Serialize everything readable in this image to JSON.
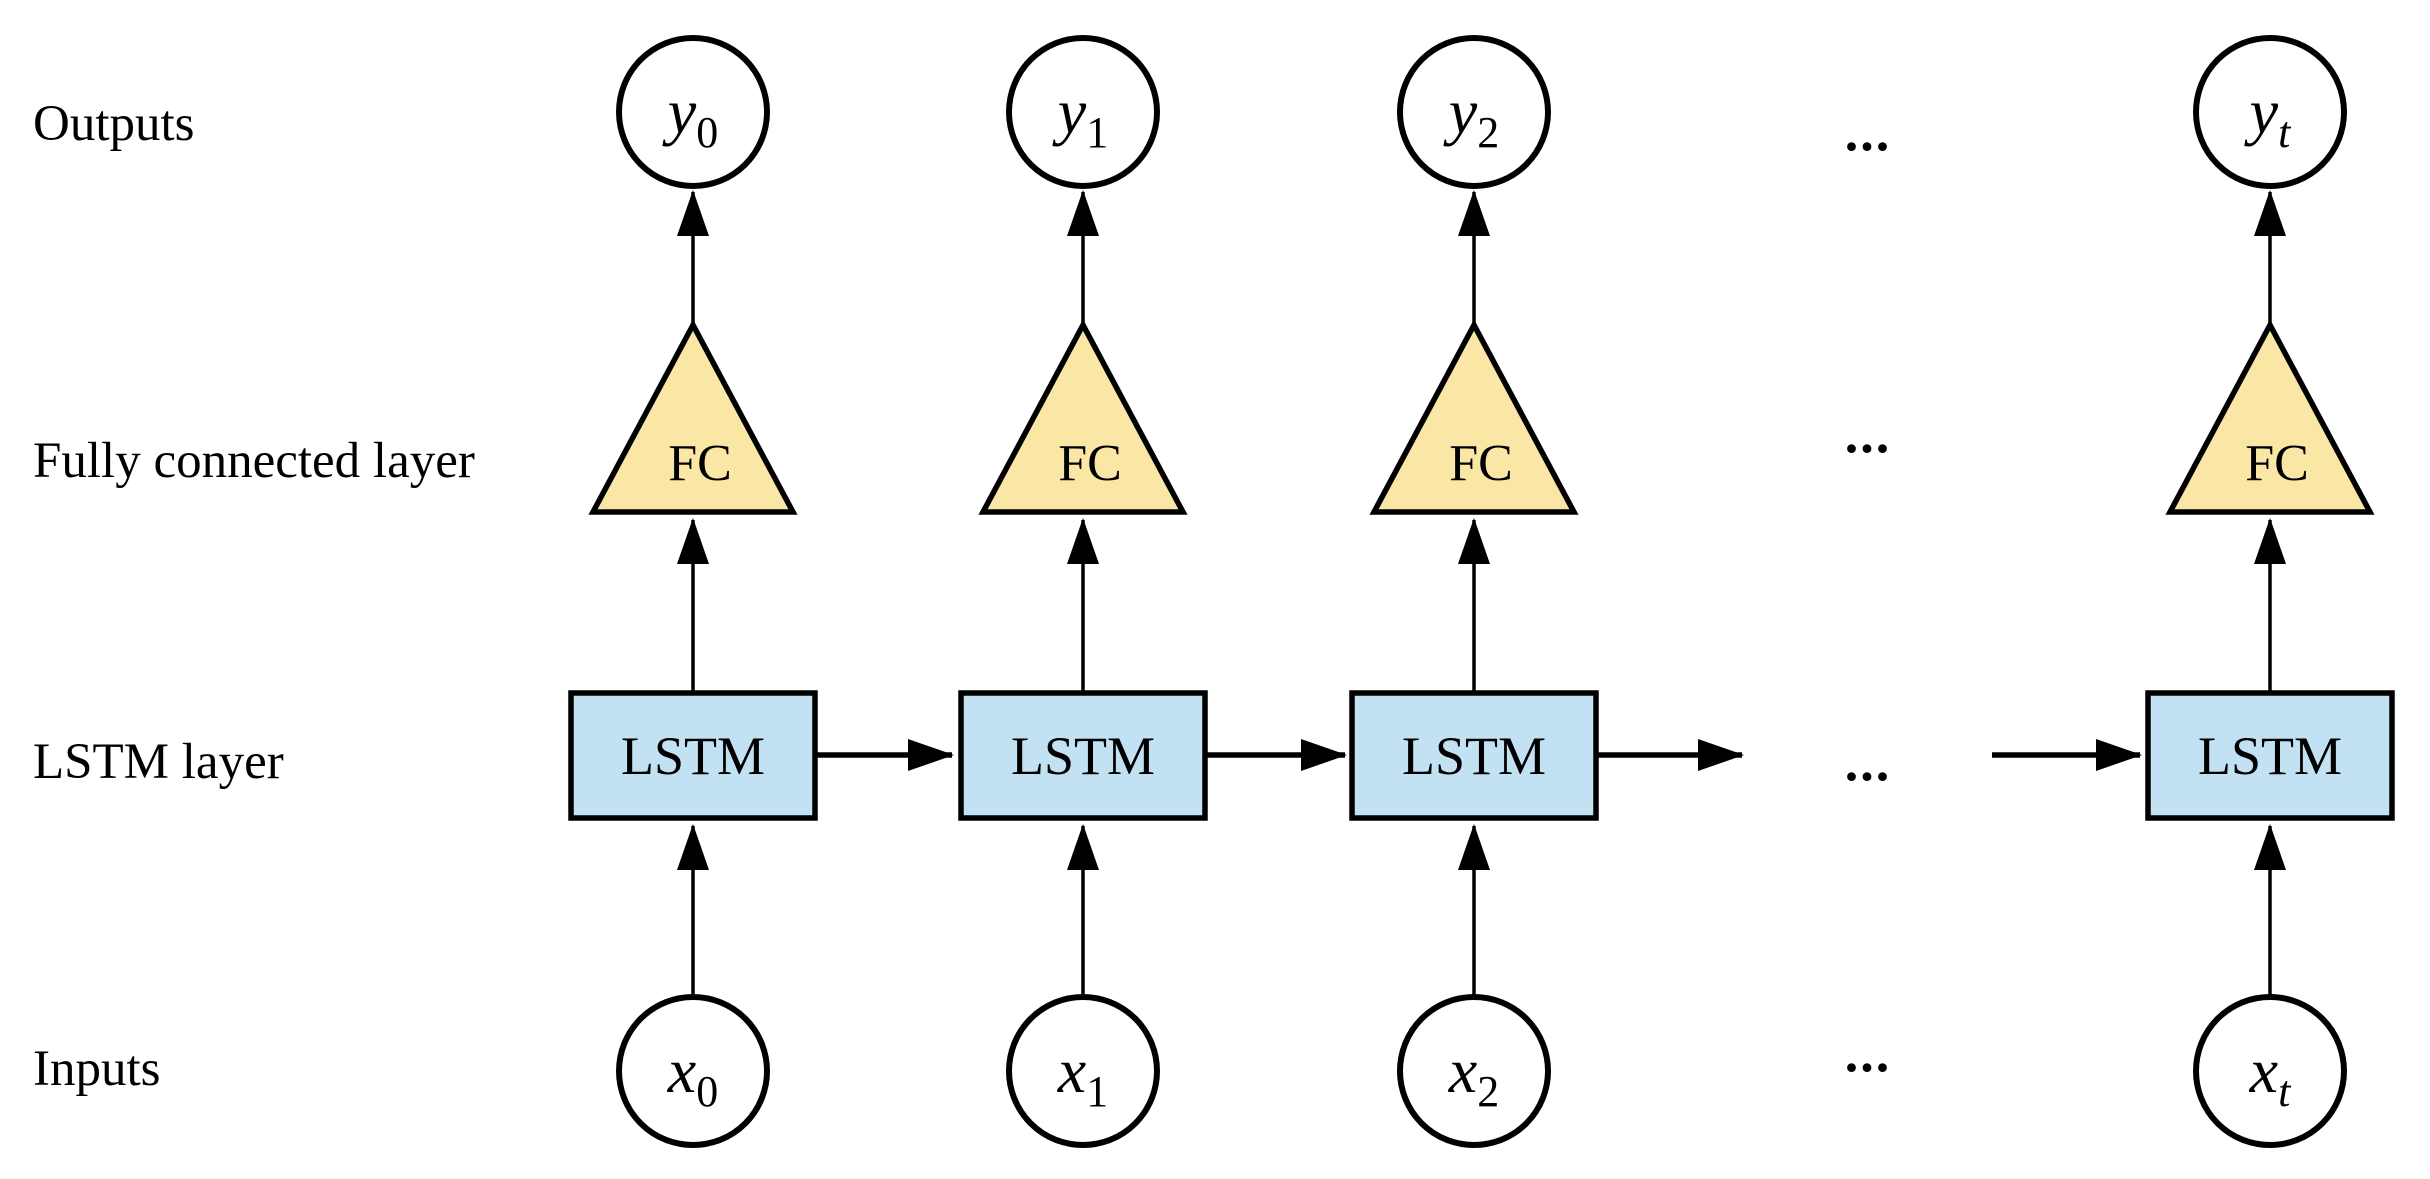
{
  "row_labels": {
    "outputs": "Outputs",
    "fully_connected": "Fully connected layer",
    "lstm": "LSTM layer",
    "inputs": "Inputs"
  },
  "ellipsis": "...",
  "colors": {
    "fc_fill": "#FAE7A6",
    "lstm_fill": "#C2E1F2",
    "stroke": "#000000",
    "canvas_bg": "#FFFFFF"
  },
  "columns": [
    {
      "output_var": "y",
      "output_sub": "0",
      "fc_label": "FC",
      "lstm_label": "LSTM",
      "input_var": "x",
      "input_sub": "0"
    },
    {
      "output_var": "y",
      "output_sub": "1",
      "fc_label": "FC",
      "lstm_label": "LSTM",
      "input_var": "x",
      "input_sub": "1"
    },
    {
      "output_var": "y",
      "output_sub": "2",
      "fc_label": "FC",
      "lstm_label": "LSTM",
      "input_var": "x",
      "input_sub": "2"
    },
    {
      "output_var": "y",
      "output_sub": "t",
      "fc_label": "FC",
      "lstm_label": "LSTM",
      "input_var": "x",
      "input_sub": "t"
    }
  ]
}
